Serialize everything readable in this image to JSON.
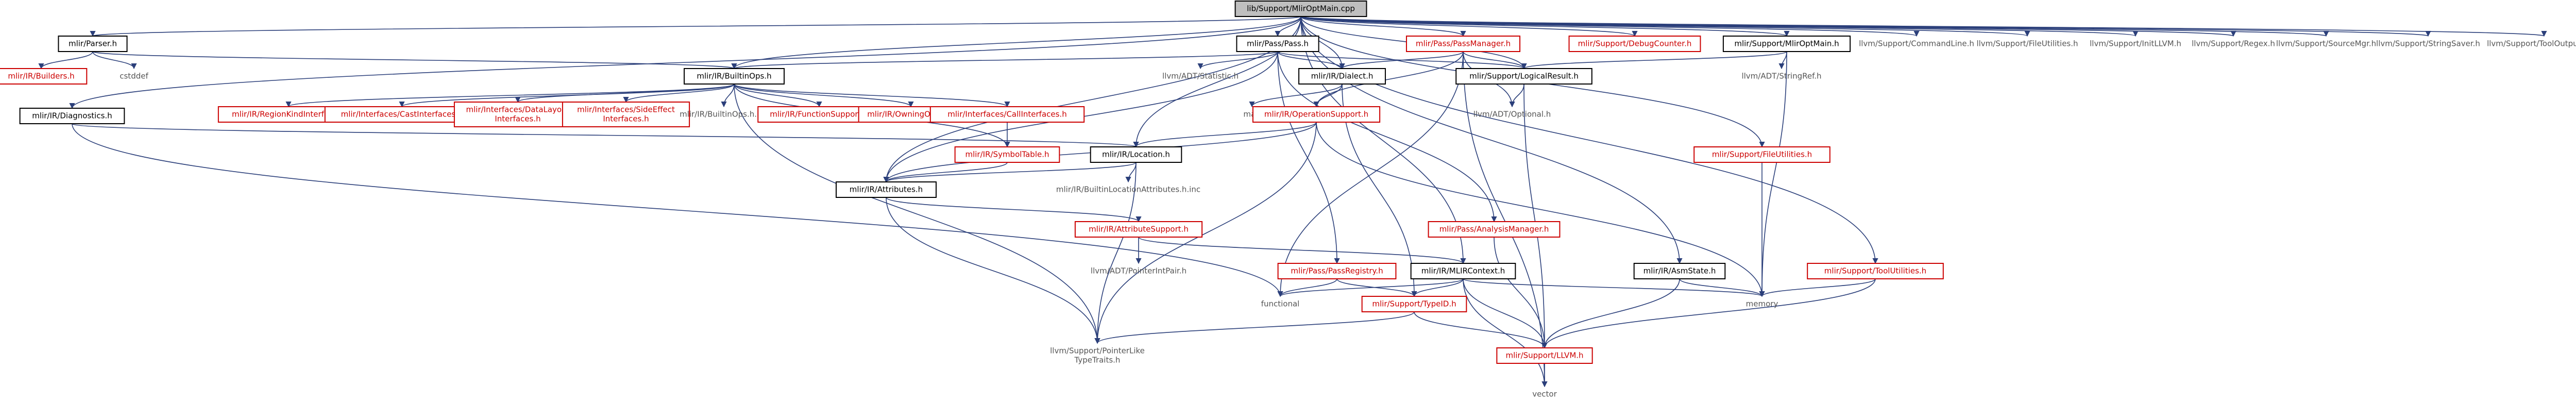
{
  "diagram": {
    "colors": {
      "edge": "#2b3f7a",
      "root_fill": "#bfbfbf",
      "root_border": "#000000",
      "node_border": "#000000",
      "missing_border": "#cc0000",
      "text_default": "#000000",
      "text_missing": "#cc0000",
      "text_plain": "#555555"
    },
    "nodes": [
      {
        "id": "root",
        "kind": "root",
        "lines": [
          "lib/Support/MlirOptMain.cpp"
        ]
      },
      {
        "id": "parser",
        "kind": "normal",
        "lines": [
          "mlir/Parser.h"
        ]
      },
      {
        "id": "ir_builders",
        "kind": "missing",
        "lines": [
          "mlir/IR/Builders.h"
        ]
      },
      {
        "id": "cstddef",
        "kind": "plain",
        "lines": [
          "cstddef"
        ]
      },
      {
        "id": "builtinops",
        "kind": "normal",
        "lines": [
          "mlir/IR/BuiltinOps.h"
        ]
      },
      {
        "id": "region_kind",
        "kind": "missing",
        "lines": [
          "mlir/IR/RegionKindInterface.h"
        ]
      },
      {
        "id": "cast_interfaces",
        "kind": "missing",
        "lines": [
          "mlir/Interfaces/CastInterfaces.h"
        ]
      },
      {
        "id": "datalayout_interfaces",
        "kind": "missing",
        "lines": [
          "mlir/Interfaces/DataLayout",
          "Interfaces.h"
        ]
      },
      {
        "id": "sideeffect_interfaces",
        "kind": "missing",
        "lines": [
          "mlir/Interfaces/SideEffect",
          "Interfaces.h"
        ]
      },
      {
        "id": "builtinops_inc",
        "kind": "plain",
        "lines": [
          "mlir/IR/BuiltinOps.h.inc"
        ]
      },
      {
        "id": "function_support",
        "kind": "missing",
        "lines": [
          "mlir/IR/FunctionSupport.h"
        ]
      },
      {
        "id": "owning_opref",
        "kind": "missing",
        "lines": [
          "mlir/IR/OwningOpRef.h"
        ]
      },
      {
        "id": "call_interfaces",
        "kind": "missing",
        "lines": [
          "mlir/Interfaces/CallInterfaces.h"
        ]
      },
      {
        "id": "symbol_table",
        "kind": "missing",
        "lines": [
          "mlir/IR/SymbolTable.h"
        ]
      },
      {
        "id": "location",
        "kind": "normal",
        "lines": [
          "mlir/IR/Location.h"
        ]
      },
      {
        "id": "attributes",
        "kind": "normal",
        "lines": [
          "mlir/IR/Attributes.h"
        ]
      },
      {
        "id": "builtin_loc_attrs_inc",
        "kind": "plain",
        "lines": [
          "mlir/IR/BuiltinLocationAttributes.h.inc"
        ]
      },
      {
        "id": "attribute_support",
        "kind": "missing",
        "lines": [
          "mlir/IR/AttributeSupport.h"
        ]
      },
      {
        "id": "pointer_int_pair",
        "kind": "plain",
        "lines": [
          "llvm/ADT/PointerIntPair.h"
        ]
      },
      {
        "id": "diagnostics",
        "kind": "normal",
        "lines": [
          "mlir/IR/Diagnostics.h"
        ]
      },
      {
        "id": "pass",
        "kind": "normal",
        "lines": [
          "mlir/Pass/Pass.h"
        ]
      },
      {
        "id": "statistic",
        "kind": "plain",
        "lines": [
          "llvm/ADT/Statistic.h"
        ]
      },
      {
        "id": "dialect",
        "kind": "normal",
        "lines": [
          "mlir/IR/Dialect.h"
        ]
      },
      {
        "id": "map",
        "kind": "plain",
        "lines": [
          "map"
        ]
      },
      {
        "id": "operation_support",
        "kind": "missing",
        "lines": [
          "mlir/IR/OperationSupport.h"
        ]
      },
      {
        "id": "pass_manager",
        "kind": "missing",
        "lines": [
          "mlir/Pass/PassManager.h"
        ]
      },
      {
        "id": "logical_result",
        "kind": "normal",
        "lines": [
          "mlir/Support/LogicalResult.h"
        ]
      },
      {
        "id": "optional",
        "kind": "plain",
        "lines": [
          "llvm/ADT/Optional.h"
        ]
      },
      {
        "id": "analysis_manager",
        "kind": "missing",
        "lines": [
          "mlir/Pass/AnalysisManager.h"
        ]
      },
      {
        "id": "pass_registry",
        "kind": "missing",
        "lines": [
          "mlir/Pass/PassRegistry.h"
        ]
      },
      {
        "id": "mlir_context",
        "kind": "normal",
        "lines": [
          "mlir/IR/MLIRContext.h"
        ]
      },
      {
        "id": "functional",
        "kind": "plain",
        "lines": [
          "functional"
        ]
      },
      {
        "id": "type_id",
        "kind": "missing",
        "lines": [
          "mlir/Support/TypeID.h"
        ]
      },
      {
        "id": "pointer_like_type_traits",
        "kind": "plain",
        "lines": [
          "llvm/Support/PointerLike",
          "TypeTraits.h"
        ]
      },
      {
        "id": "support_llvm",
        "kind": "missing",
        "lines": [
          "mlir/Support/LLVM.h"
        ]
      },
      {
        "id": "vector",
        "kind": "plain",
        "lines": [
          "vector"
        ]
      },
      {
        "id": "debug_counter",
        "kind": "missing",
        "lines": [
          "mlir/Support/DebugCounter.h"
        ]
      },
      {
        "id": "mlir_opt_main_h",
        "kind": "normal",
        "lines": [
          "mlir/Support/MlirOptMain.h"
        ]
      },
      {
        "id": "string_ref",
        "kind": "plain",
        "lines": [
          "llvm/ADT/StringRef.h"
        ]
      },
      {
        "id": "memory",
        "kind": "plain",
        "lines": [
          "memory"
        ]
      },
      {
        "id": "file_utilities",
        "kind": "missing",
        "lines": [
          "mlir/Support/FileUtilities.h"
        ]
      },
      {
        "id": "asm_state",
        "kind": "normal",
        "lines": [
          "mlir/IR/AsmState.h"
        ]
      },
      {
        "id": "tool_utilities",
        "kind": "missing",
        "lines": [
          "mlir/Support/ToolUtilities.h"
        ]
      },
      {
        "id": "command_line",
        "kind": "plain",
        "lines": [
          "llvm/Support/CommandLine.h"
        ]
      },
      {
        "id": "llvm_file_utilities",
        "kind": "plain",
        "lines": [
          "llvm/Support/FileUtilities.h"
        ]
      },
      {
        "id": "init_llvm",
        "kind": "plain",
        "lines": [
          "llvm/Support/InitLLVM.h"
        ]
      },
      {
        "id": "regex",
        "kind": "plain",
        "lines": [
          "llvm/Support/Regex.h"
        ]
      },
      {
        "id": "source_mgr",
        "kind": "plain",
        "lines": [
          "llvm/Support/SourceMgr.h"
        ]
      },
      {
        "id": "string_saver",
        "kind": "plain",
        "lines": [
          "llvm/Support/StringSaver.h"
        ]
      },
      {
        "id": "tool_output_file",
        "kind": "plain",
        "lines": [
          "llvm/Support/ToolOutputFile.h"
        ]
      }
    ],
    "edges": [
      [
        "root",
        "parser"
      ],
      [
        "root",
        "builtinops"
      ],
      [
        "root",
        "diagnostics"
      ],
      [
        "root",
        "attributes"
      ],
      [
        "root",
        "location"
      ],
      [
        "root",
        "pass"
      ],
      [
        "root",
        "dialect"
      ],
      [
        "root",
        "pass_manager"
      ],
      [
        "root",
        "logical_result"
      ],
      [
        "root",
        "mlir_context"
      ],
      [
        "root",
        "debug_counter"
      ],
      [
        "root",
        "mlir_opt_main_h"
      ],
      [
        "root",
        "file_utilities"
      ],
      [
        "root",
        "asm_state"
      ],
      [
        "root",
        "tool_utilities"
      ],
      [
        "root",
        "command_line"
      ],
      [
        "root",
        "llvm_file_utilities"
      ],
      [
        "root",
        "init_llvm"
      ],
      [
        "root",
        "regex"
      ],
      [
        "root",
        "source_mgr"
      ],
      [
        "root",
        "string_saver"
      ],
      [
        "root",
        "tool_output_file"
      ],
      [
        "parser",
        "ir_builders"
      ],
      [
        "parser",
        "cstddef"
      ],
      [
        "parser",
        "builtinops"
      ],
      [
        "builtinops",
        "region_kind"
      ],
      [
        "builtinops",
        "cast_interfaces"
      ],
      [
        "builtinops",
        "datalayout_interfaces"
      ],
      [
        "builtinops",
        "sideeffect_interfaces"
      ],
      [
        "builtinops",
        "builtinops_inc"
      ],
      [
        "builtinops",
        "function_support"
      ],
      [
        "builtinops",
        "owning_opref"
      ],
      [
        "builtinops",
        "call_interfaces"
      ],
      [
        "builtinops",
        "symbol_table"
      ],
      [
        "builtinops",
        "pointer_like_type_traits"
      ],
      [
        "call_interfaces",
        "symbol_table"
      ],
      [
        "symbol_table",
        "attributes"
      ],
      [
        "location",
        "attributes"
      ],
      [
        "location",
        "builtin_loc_attrs_inc"
      ],
      [
        "location",
        "pointer_like_type_traits"
      ],
      [
        "attributes",
        "attribute_support"
      ],
      [
        "attributes",
        "pointer_like_type_traits"
      ],
      [
        "attribute_support",
        "pointer_int_pair"
      ],
      [
        "attribute_support",
        "mlir_context"
      ],
      [
        "diagnostics",
        "location"
      ],
      [
        "diagnostics",
        "functional"
      ],
      [
        "pass",
        "builtinops"
      ],
      [
        "pass",
        "statistic"
      ],
      [
        "pass",
        "dialect"
      ],
      [
        "pass",
        "analysis_manager"
      ],
      [
        "pass",
        "pass_registry"
      ],
      [
        "pass",
        "logical_result"
      ],
      [
        "pass",
        "attributes"
      ],
      [
        "dialect",
        "map"
      ],
      [
        "dialect",
        "operation_support"
      ],
      [
        "dialect",
        "type_id"
      ],
      [
        "operation_support",
        "location"
      ],
      [
        "operation_support",
        "attributes"
      ],
      [
        "operation_support",
        "memory"
      ],
      [
        "operation_support",
        "pointer_like_type_traits"
      ],
      [
        "pass_manager",
        "dialect"
      ],
      [
        "pass_manager",
        "operation_support"
      ],
      [
        "pass_manager",
        "optional"
      ],
      [
        "pass_manager",
        "functional"
      ],
      [
        "pass_manager",
        "vector"
      ],
      [
        "pass_manager",
        "logical_result"
      ],
      [
        "logical_result",
        "optional"
      ],
      [
        "logical_result",
        "support_llvm"
      ],
      [
        "analysis_manager",
        "support_llvm"
      ],
      [
        "pass_registry",
        "type_id"
      ],
      [
        "pass_registry",
        "functional"
      ],
      [
        "mlir_context",
        "functional"
      ],
      [
        "mlir_context",
        "memory"
      ],
      [
        "mlir_context",
        "vector"
      ],
      [
        "mlir_context",
        "type_id"
      ],
      [
        "mlir_context",
        "support_llvm"
      ],
      [
        "type_id",
        "support_llvm"
      ],
      [
        "type_id",
        "pointer_like_type_traits"
      ],
      [
        "support_llvm",
        "vector"
      ],
      [
        "mlir_opt_main_h",
        "string_ref"
      ],
      [
        "mlir_opt_main_h",
        "memory"
      ],
      [
        "mlir_opt_main_h",
        "logical_result"
      ],
      [
        "file_utilities",
        "memory"
      ],
      [
        "asm_state",
        "memory"
      ],
      [
        "asm_state",
        "support_llvm"
      ],
      [
        "tool_utilities",
        "memory"
      ],
      [
        "tool_utilities",
        "support_llvm"
      ]
    ]
  }
}
